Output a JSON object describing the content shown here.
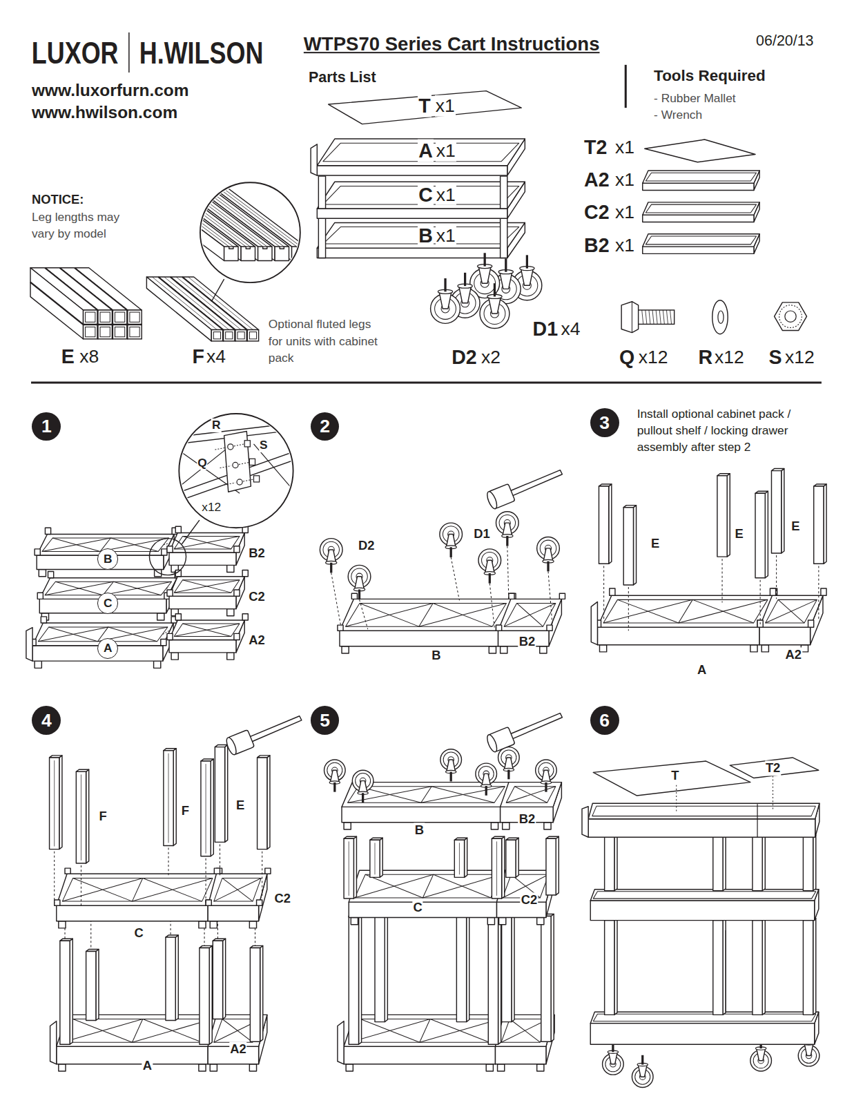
{
  "diagram": {
    "title": "WTPS70 Series Cart Instructions",
    "nodes": [
      {
        "text": [
          "1"
        ]
      },
      {
        "text": [
          "B"
        ]
      },
      {
        "text": [
          "C"
        ]
      },
      {
        "text": [
          "A"
        ]
      },
      {
        "text": [
          "2"
        ]
      },
      {
        "text": [
          "3"
        ]
      },
      {
        "text": [
          "4"
        ]
      },
      {
        "text": [
          "5"
        ]
      },
      {
        "text": [
          "6"
        ]
      }
    ],
    "labels": [
      "LUXOR",
      "H.WILSON",
      "www.luxorfurn.com",
      "www.hwilson.com",
      "06/20/13",
      "Parts List",
      "Tools Required",
      "- Rubber Mallet",
      "- Wrench",
      "NOTICE:",
      "Leg lengths may vary by model",
      "T",
      "x1",
      "A",
      "x1",
      "C",
      "x1",
      "B",
      "x1",
      "T2",
      "x1",
      "A2",
      "x1",
      "C2",
      "x1",
      "B2",
      "x1",
      "E",
      "x8",
      "F",
      "x4",
      "Optional fluted legs for units with cabinet pack",
      "D1",
      "x4",
      "D2",
      "x2",
      "Q",
      "x12",
      "R",
      "x12",
      "S",
      "x12",
      "R",
      "S",
      "Q",
      "x12",
      "B2",
      "C2",
      "A2",
      "D2",
      "D1",
      "B",
      "B2",
      "Install optional cabinet pack / pullout shelf / locking drawer assembly after step 2",
      "E",
      "E",
      "E",
      "A",
      "A2",
      "F",
      "F",
      "E",
      "C2",
      "C",
      "A",
      "A2",
      "B",
      "B2",
      "C",
      "C2",
      "T",
      "T2"
    ]
  }
}
